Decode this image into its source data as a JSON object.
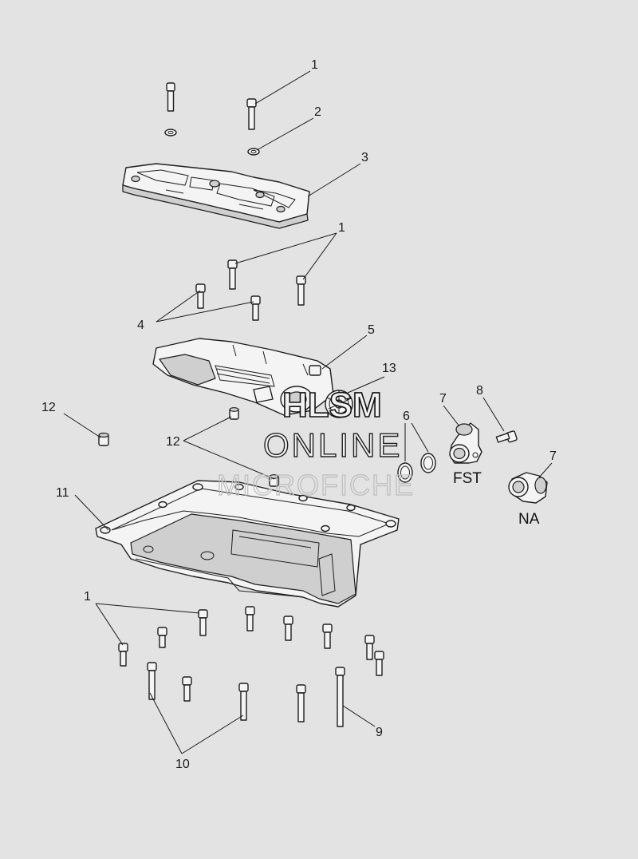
{
  "callouts": {
    "c1_top": "1",
    "c2": "2",
    "c3": "3",
    "c1_mid": "1",
    "c4": "4",
    "c5": "5",
    "c13": "13",
    "c7_fst": "7",
    "c8": "8",
    "c6": "6",
    "c12_left": "12",
    "c12_mid": "12",
    "c7_na": "7",
    "c11": "11",
    "c1_bottom": "1",
    "c9": "9",
    "c10": "10"
  },
  "variants": {
    "fst": "FST",
    "na": "NA"
  },
  "watermark": {
    "line1": "HLSM",
    "line2": "ONLINE",
    "line3": "MICROFICHE"
  }
}
